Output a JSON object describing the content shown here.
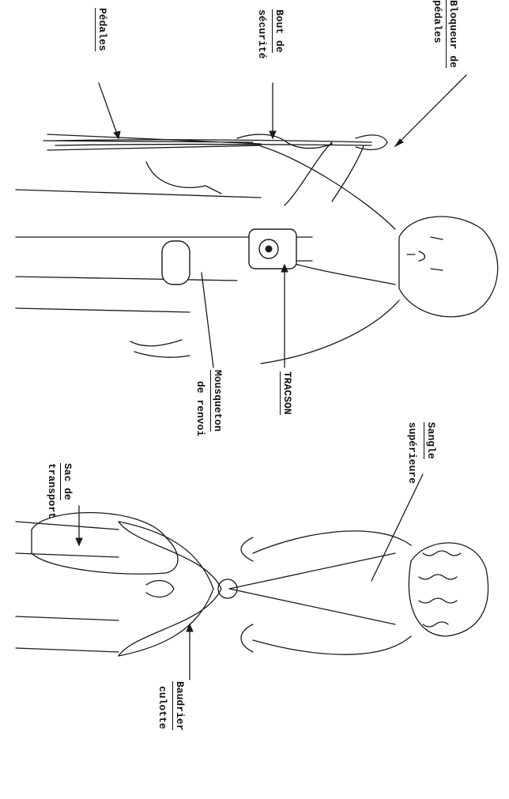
{
  "labels": {
    "bloqueur_line1": "Bloqueur de",
    "bloqueur_line2": "pédales",
    "bout_line1": "Bout de",
    "bout_line2": "sécurité",
    "pedales": "Pédales",
    "tracson": "TRACSON",
    "mousqueton_line1": "Mousqueton",
    "mousqueton_line2": "de renvoi",
    "sangle_line1": "Sangle",
    "sangle_line2": "supérieure",
    "sac_line1": "Sac de",
    "sac_line2": "transport",
    "baudrier_line1": "Baudrier",
    "baudrier_line2": "culotte"
  }
}
